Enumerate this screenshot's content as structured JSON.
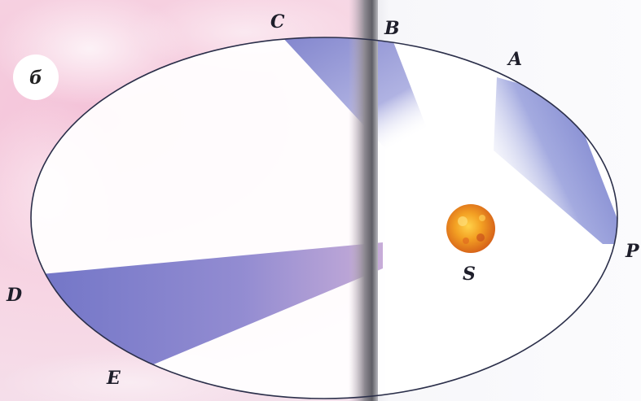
{
  "figure": {
    "badge": "б",
    "points": {
      "A": "A",
      "B": "B",
      "C": "C",
      "D": "D",
      "E": "E",
      "P": "P",
      "S": "S"
    }
  },
  "colors": {
    "sector": "#6f72c8",
    "orbit": "#2b2f4a",
    "sun_core": "#f0a020",
    "sun_edge": "#d8631a",
    "page_gutter": "#6a6a72"
  }
}
